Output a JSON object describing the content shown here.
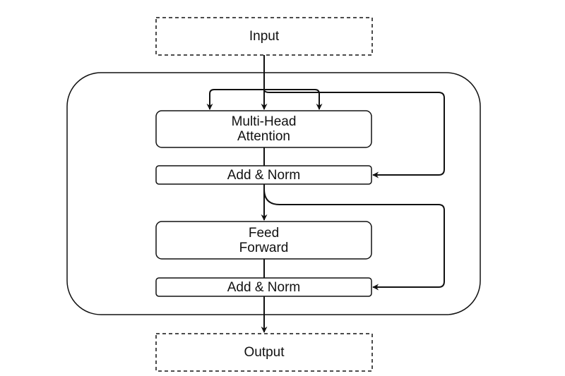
{
  "diagram": {
    "input_label": "Input",
    "output_label": "Output",
    "attention_label": "Multi-Head\nAttention",
    "add_norm_1_label": "Add & Norm",
    "feed_forward_label": "Feed\nForward",
    "add_norm_2_label": "Add & Norm"
  },
  "colors": {
    "stroke": "#111111",
    "background": "#ffffff"
  }
}
